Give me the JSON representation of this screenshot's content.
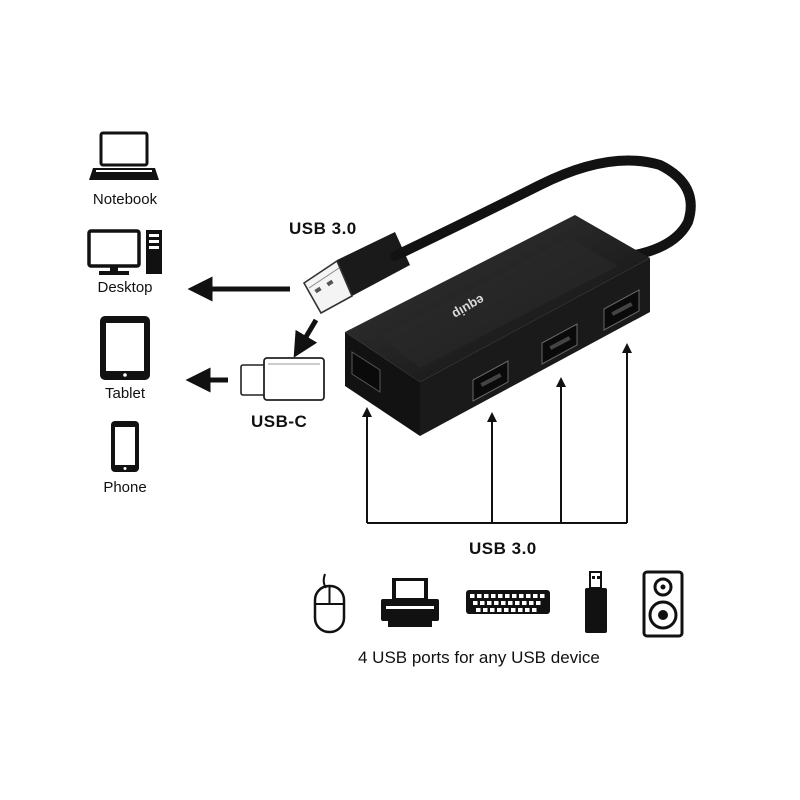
{
  "devices": [
    {
      "label": "Notebook",
      "icon": "notebook-icon"
    },
    {
      "label": "Desktop",
      "icon": "desktop-icon"
    },
    {
      "label": "Tablet",
      "icon": "tablet-icon"
    },
    {
      "label": "Phone",
      "icon": "phone-icon"
    }
  ],
  "connectors": {
    "usb_a_label": "USB 3.0",
    "usb_c_label": "USB-C"
  },
  "hub": {
    "brand": "equip",
    "ports_label": "USB 3.0",
    "port_count": 4
  },
  "peripherals": [
    {
      "icon": "mouse-icon"
    },
    {
      "icon": "printer-icon"
    },
    {
      "icon": "keyboard-icon"
    },
    {
      "icon": "usb-stick-icon"
    },
    {
      "icon": "speaker-icon"
    }
  ],
  "tagline": "4 USB ports for any USB device",
  "colors": {
    "hub_body": "#1e1e1e",
    "arrow": "#111111",
    "background": "#ffffff"
  }
}
